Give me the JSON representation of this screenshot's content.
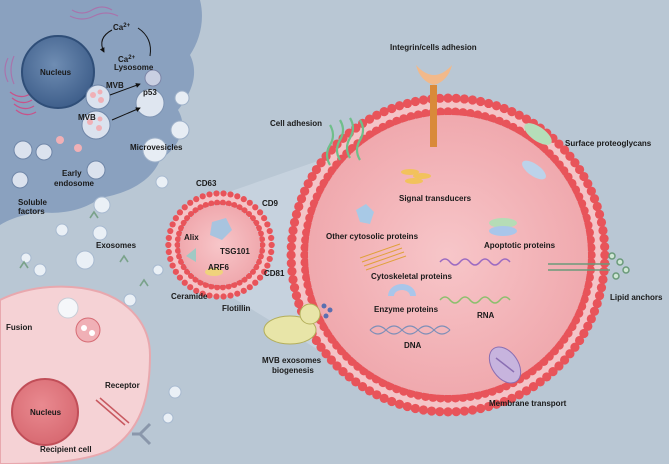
{
  "labels": {
    "nucleus_top": "Nucleus",
    "ca_top": "Ca",
    "ca_mid": "Ca",
    "ca_sup": "2+",
    "lysosome": "Lysosome",
    "mvb_upper": "MVB",
    "mvb_lower": "MVB",
    "p53": "p53",
    "microvesicles": "Microvesicles",
    "early_endosome_1": "Early",
    "early_endosome_2": "endosome",
    "soluble_factors_1": "Soluble",
    "soluble_factors_2": "factors",
    "exosomes": "Exosomes",
    "fusion": "Fusion",
    "receptor": "Receptor",
    "nucleus_bottom": "Nucleus",
    "recipient_cell": "Recipient cell",
    "cd63": "CD63",
    "cd9": "CD9",
    "alix": "Alix",
    "tsg101": "TSG101",
    "arf6": "ARF6",
    "cd81": "CD81",
    "ceramide": "Ceramide",
    "flotillin": "Flotillin",
    "integrin": "Integrin/cells adhesion",
    "cell_adhesion": "Cell adhesion",
    "surface_proteoglycans": "Surface proteoglycans",
    "signal_transducers": "Signal transducers",
    "other_cytosolic": "Other cytosolic proteins",
    "apoptotic_proteins": "Apoptotic proteins",
    "cytoskeletal_proteins": "Cytoskeletal proteins",
    "enzyme_proteins": "Enzyme proteins",
    "rna": "RNA",
    "dna": "DNA",
    "lipid_anchors": "Lipid anchors",
    "mvb_biogenesis_1": "MVB exosomes",
    "mvb_biogenesis_2": "biogenesis",
    "membrane_transport": "Membrane transport"
  },
  "colors": {
    "background": "#b9c7d4",
    "membrane_red": "#e8545a",
    "exosome_fill": "#f2b8bc",
    "cell_top": "#7f97b5",
    "recipient_cell": "#f3c9cc",
    "nucleus": "#4f6f9a"
  }
}
